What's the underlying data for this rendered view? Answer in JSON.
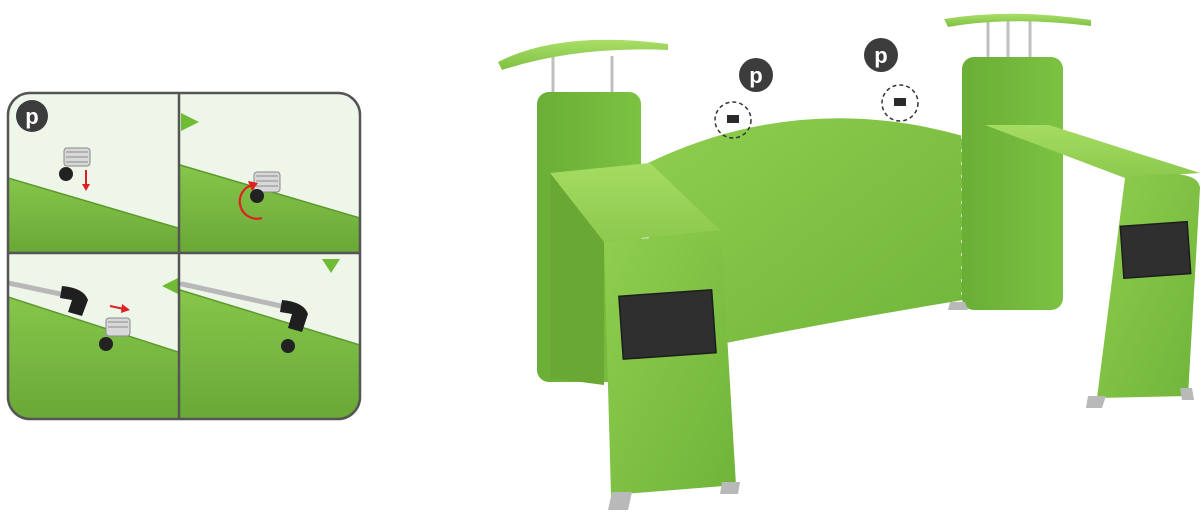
{
  "detail_panel": {
    "badge_label": "p",
    "steps": [
      "step-1-place-clamp",
      "step-2-tighten-knob",
      "step-3-slide-arm",
      "step-4-arm-seated"
    ]
  },
  "booth": {
    "markers": [
      {
        "label": "p"
      },
      {
        "label": "p"
      }
    ]
  },
  "colors": {
    "booth_green": "#7cc242",
    "booth_green_dark": "#5e9e2c",
    "booth_green_light": "#9bd35a",
    "panel_bg": "#eef6ea",
    "badge": "#3c3c3c",
    "arrow_red": "#e02020",
    "monitor": "#2f2f2f"
  }
}
